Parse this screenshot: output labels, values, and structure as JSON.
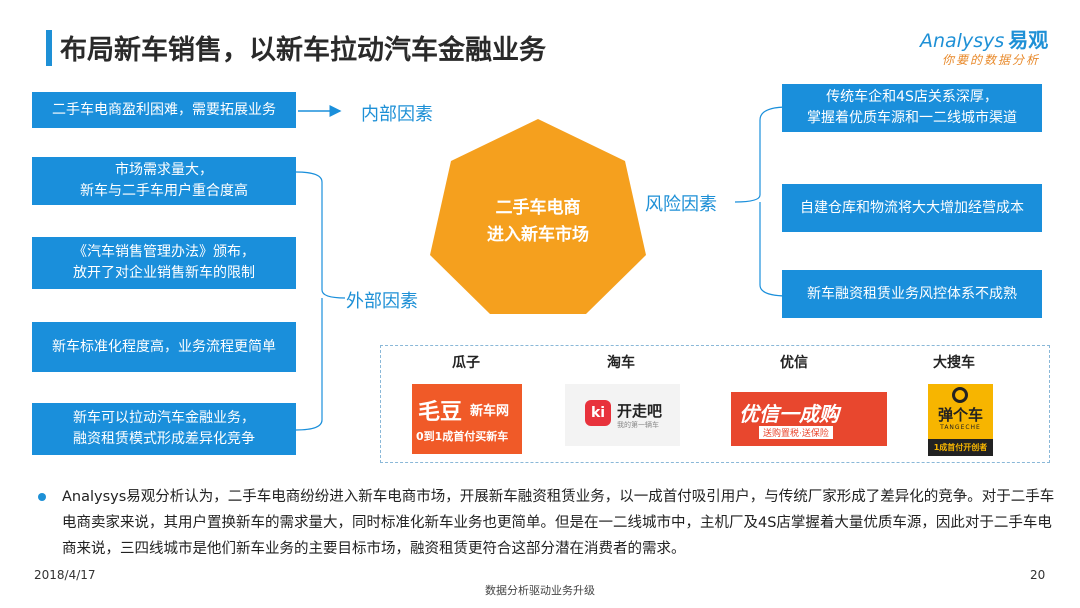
{
  "header": {
    "title": "布局新车销售，以新车拉动汽车金融业务"
  },
  "logo": {
    "english": "Analysys",
    "chinese": "易观",
    "tagline": "你要的数据分析"
  },
  "center": {
    "line1": "二手车电商",
    "line2": "进入新车市场"
  },
  "internal": {
    "factor_box": "二手车电商盈利困难，需要拓展业务",
    "label": "内部因素"
  },
  "external": {
    "label": "外部因素",
    "items": [
      {
        "line1": "市场需求量大，",
        "line2": "新车与二手车用户重合度高"
      },
      {
        "line1": "《汽车销售管理办法》颁布，",
        "line2": "放开了对企业销售新车的限制"
      },
      {
        "line1": "新车标准化程度高，业务流程更简单",
        "line2": ""
      },
      {
        "line1": "新车可以拉动汽车金融业务，",
        "line2": "融资租赁模式形成差异化竞争"
      }
    ]
  },
  "risk": {
    "label": "风险因素",
    "items": [
      {
        "line1": "传统车企和4S店关系深厚，",
        "line2": "掌握着优质车源和一二线城市渠道"
      },
      {
        "line1": "自建仓库和物流将大大增加经营成本",
        "line2": ""
      },
      {
        "line1": "新车融资租赁业务风控体系不成熟",
        "line2": ""
      }
    ]
  },
  "brands": [
    {
      "name": "瓜子",
      "logo_main": "毛豆",
      "logo_side": "新车网",
      "logo_sub": "0到1成首付买新车",
      "color": "#F05A28"
    },
    {
      "name": "淘车",
      "logo_icon": "ki",
      "logo_main": "开走吧",
      "logo_sub": "我的第一辆车",
      "color": "#E8323C"
    },
    {
      "name": "优信",
      "logo_main": "优信一成购",
      "logo_sub": "送购置税·送保险",
      "color": "#E8472E"
    },
    {
      "name": "大搜车",
      "logo_main": "弹个车",
      "logo_en": "TANGECHE",
      "logo_sub": "1成首付开创者",
      "color": "#F7B500"
    }
  ],
  "summary": "Analysys易观分析认为，二手车电商纷纷进入新车电商市场，开展新车融资租赁业务，以一成首付吸引用户，与传统厂家形成了差异化的竞争。对于二手车电商卖家来说，其用户置换新车的需求量大，同时标准化新车业务也更简单。但是在一二线城市中，主机厂及4S店掌握着大量优质车源，因此对于二手车电商来说，三四线城市是他们新车业务的主要目标市场，融资租赁更符合这部分潜在消费者的需求。",
  "footer": {
    "date": "2018/4/17",
    "tagline": "数据分析驱动业务升级",
    "page": "20"
  },
  "colors": {
    "accent_blue": "#1A8FDB",
    "center_orange": "#F5A01E"
  }
}
